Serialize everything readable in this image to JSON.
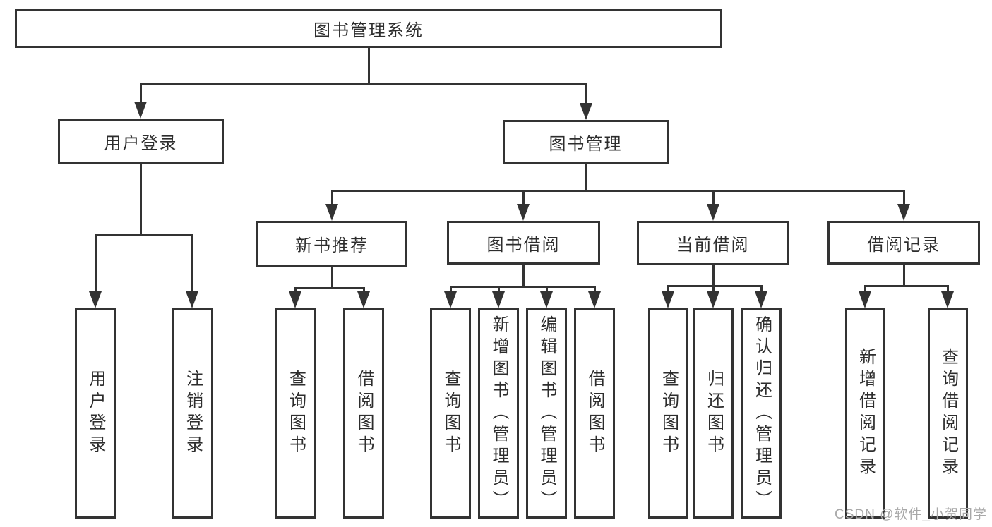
{
  "diagram": {
    "title": "图书管理系统",
    "user_branch": {
      "label": "用户登录",
      "leaves": [
        "用户登录",
        "注销登录"
      ]
    },
    "book_branch": {
      "label": "图书管理",
      "groups": [
        {
          "label": "新书推荐",
          "leaves": [
            "查询图书",
            "借阅图书"
          ]
        },
        {
          "label": "图书借阅",
          "leaves": [
            "查询图书",
            "新增图书（管理员）",
            "编辑图书（管理员）",
            "借阅图书"
          ]
        },
        {
          "label": "当前借阅",
          "leaves": [
            "查询图书",
            "归还图书",
            "确认归还（管理员）"
          ]
        },
        {
          "label": "借阅记录",
          "leaves": [
            "新增借阅记录",
            "查询借阅记录"
          ]
        }
      ]
    }
  },
  "watermark": "CSDN @软件_小贺同学",
  "colors": {
    "line": "#333333",
    "text": "#2d2d2d",
    "watermark": "#a8a8a8",
    "background": "#ffffff"
  }
}
